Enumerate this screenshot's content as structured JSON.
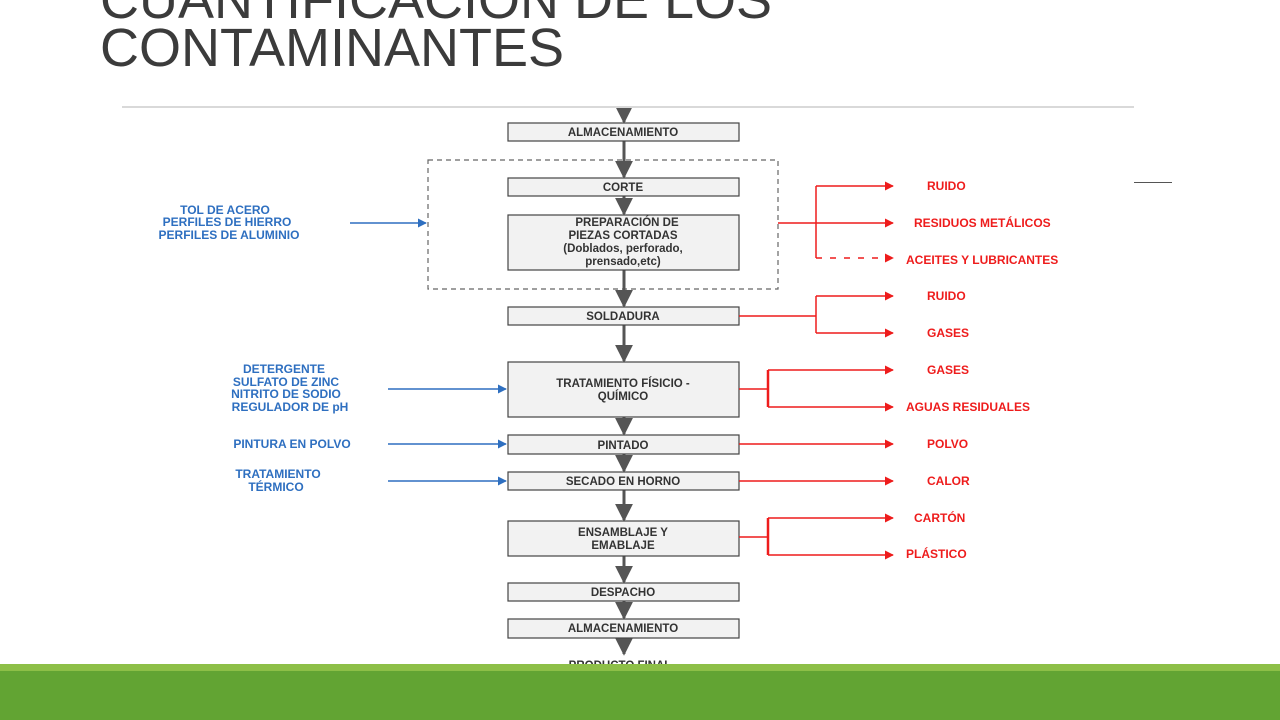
{
  "slide": {
    "title_line1": "CUANTIFICACIÓN DE LOS",
    "title_line2": "CONTAMINANTES"
  },
  "diagram": {
    "steps": [
      "ALMACENAMIENTO",
      "CORTE",
      "PREPARACIÓN DE",
      "PIEZAS CORTADAS",
      "(Doblados, perforado,",
      "prensado,etc)",
      "SOLDADURA",
      "TRATAMIENTO FÍSICIO -",
      "QUÍMICO",
      "PINTADO",
      "SECADO EN HORNO",
      "ENSAMBLAJE Y",
      "EMABLAJE",
      "DESPACHO",
      "ALMACENAMIENTO",
      "PRODUCTO FINAL"
    ],
    "inputs": [
      "TOL DE ACERO",
      "PERFILES DE HIERRO",
      "PERFILES DE ALUMINIO",
      "DETERGENTE",
      "SULFATO DE ZINC",
      "NITRITO DE SODIO",
      "REGULADOR DE pH",
      "PINTURA EN POLVO",
      "TRATAMIENTO",
      "TÉRMICO"
    ],
    "outputs": [
      "RUIDO",
      "RESIDUOS METÁLICOS",
      "ACEITES Y LUBRICANTES",
      "RUIDO",
      "GASES",
      "GASES",
      "AGUAS RESIDUALES",
      "POLVO",
      "CALOR",
      "CARTÓN",
      "PLÁSTICO"
    ],
    "colors": {
      "process": "#555555",
      "input": "#2e6fc0",
      "output": "#ee1c1c",
      "box_fill": "#f2f2f2"
    }
  }
}
